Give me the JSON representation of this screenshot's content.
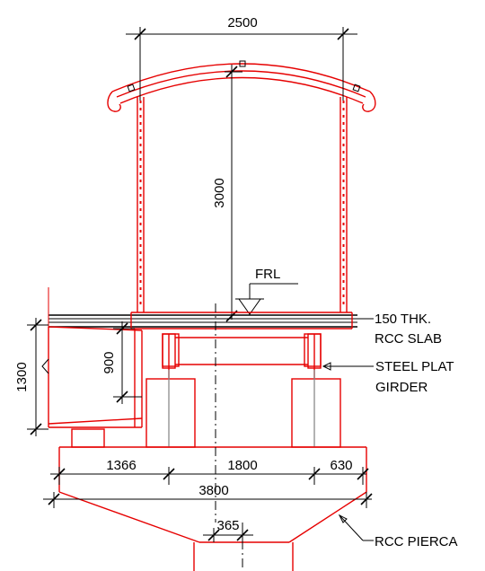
{
  "dimensions": {
    "canopy_width": "2500",
    "canopy_height": "3000",
    "girder_depth": "900",
    "overall_depth": "1300",
    "left_offset": "1366",
    "centre_span": "1800",
    "right_offset": "630",
    "cap_width": "3800",
    "pier_width": "365"
  },
  "labels": {
    "frl": "FRL",
    "slab_line1": "150 THK.",
    "slab_line2": "RCC SLAB",
    "girder_line1": "STEEL PLAT",
    "girder_line2": "GIRDER",
    "pier": "RCC PIERCA"
  },
  "colors": {
    "structure": "#e60000",
    "dimension": "#000000",
    "bearing": "#8a8a8a"
  }
}
